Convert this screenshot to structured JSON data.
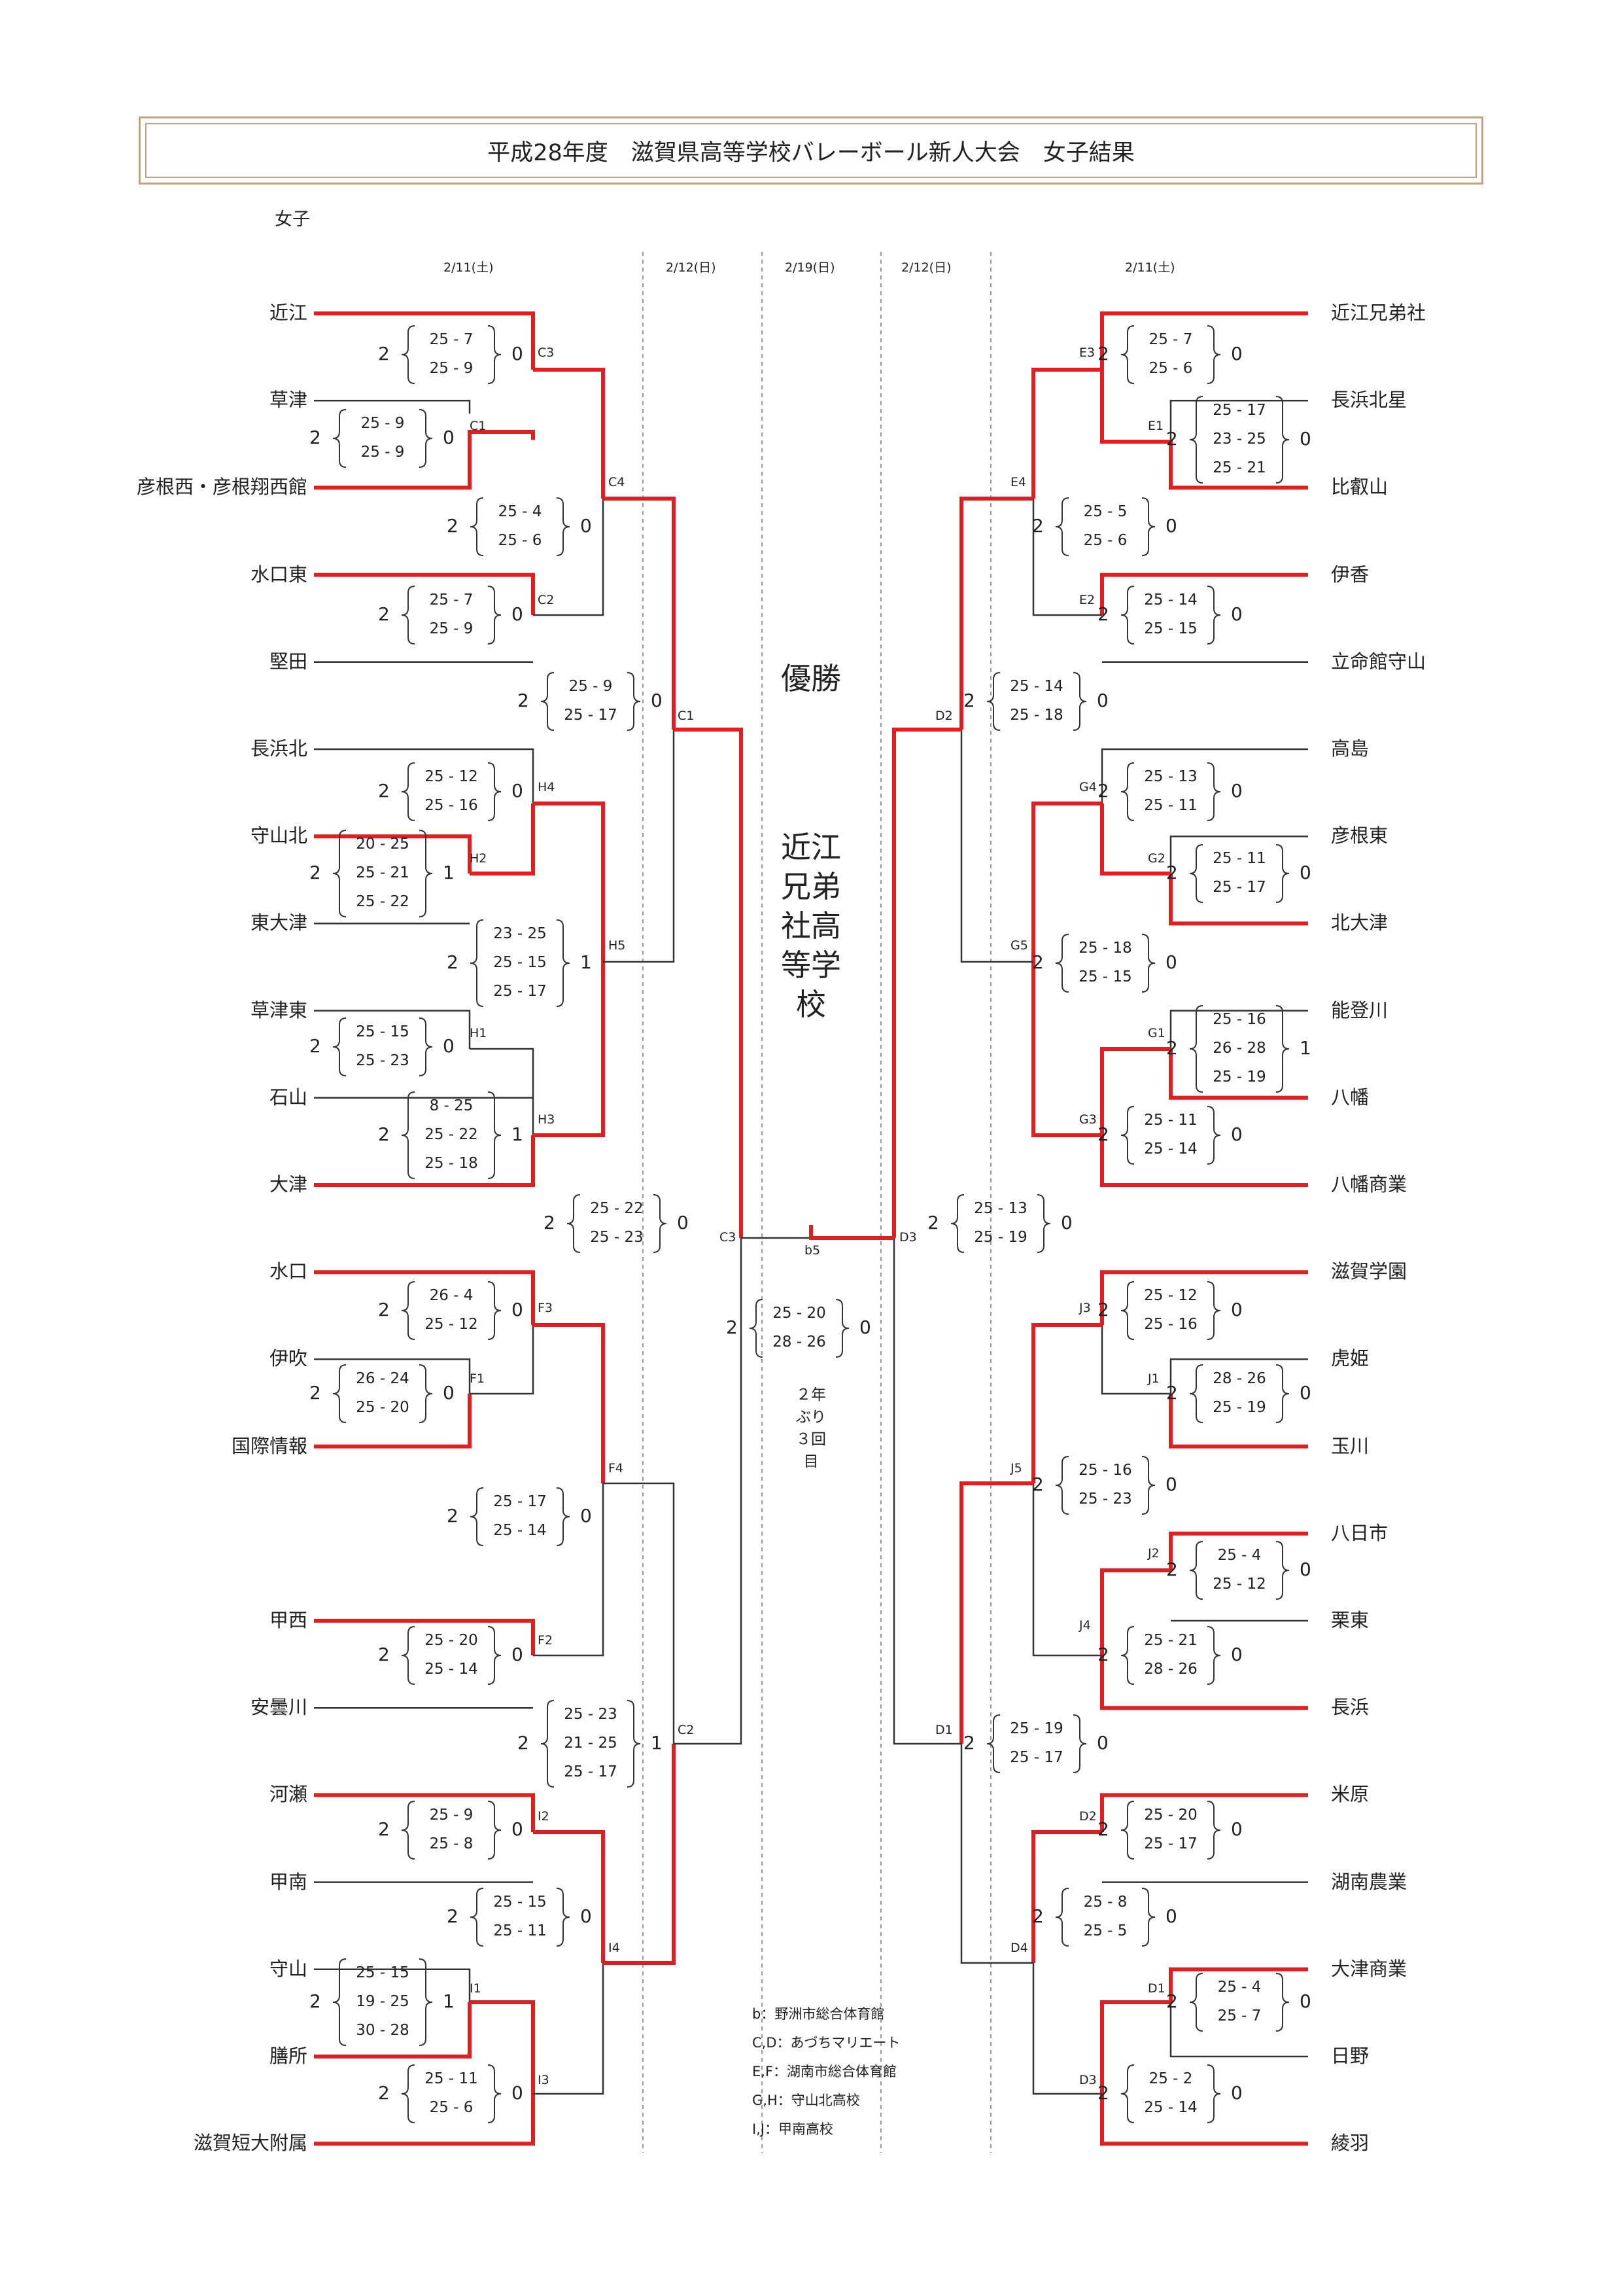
{
  "title": "平成28年度　滋賀県高等学校バレーボール新人大会　女子結果",
  "section_label": "女子",
  "dates": {
    "r1_left": "2/11(土)",
    "r2_left": "2/12(日)",
    "final": "2/19(日)",
    "r2_right": "2/12(日)",
    "r1_right": "2/11(土)"
  },
  "teams_left": [
    "近江",
    "草津",
    "彦根西・彦根翔西館",
    "水口東",
    "堅田",
    "長浜北",
    "守山北",
    "東大津",
    "草津東",
    "石山",
    "大津",
    "水口",
    "伊吹",
    "国際情報",
    "甲西",
    "安曇川",
    "河瀬",
    "甲南",
    "守山",
    "膳所",
    "滋賀短大附属"
  ],
  "teams_right": [
    "近江兄弟社",
    "長浜北星",
    "比叡山",
    "伊香",
    "立命館守山",
    "高島",
    "彦根東",
    "北大津",
    "能登川",
    "八幡",
    "八幡商業",
    "滋賀学園",
    "虎姫",
    "玉川",
    "八日市",
    "栗東",
    "長浜",
    "米原",
    "湖南農業",
    "大津商業",
    "日野",
    "綾羽"
  ],
  "codes_left": [
    "C3",
    "C1",
    "C4",
    "C2",
    "C1",
    "H4",
    "H2",
    "H5",
    "H1",
    "H3",
    "C3",
    "F3",
    "F1",
    "F4",
    "F2",
    "C2",
    "I2",
    "I4",
    "I1",
    "I3"
  ],
  "codes_right": [
    "E3",
    "E1",
    "E4",
    "E2",
    "D2",
    "G4",
    "G2",
    "G5",
    "G1",
    "G3",
    "D3",
    "J3",
    "J1",
    "J5",
    "J2",
    "J4",
    "D1",
    "D2",
    "D4",
    "D1",
    "D3"
  ],
  "final_code": "b5",
  "matches": [
    {
      "sets": [
        "25 - 7",
        "25 - 9"
      ],
      "w": "2",
      "l": "0"
    },
    {
      "sets": [
        "25 - 9",
        "25 - 9"
      ],
      "w": "2",
      "l": "0"
    },
    {
      "sets": [
        "25 - 4",
        "25 - 6"
      ],
      "w": "2",
      "l": "0"
    },
    {
      "sets": [
        "25 - 7",
        "25 - 9"
      ],
      "w": "2",
      "l": "0"
    },
    {
      "sets": [
        "25 - 9",
        "25 - 17"
      ],
      "w": "2",
      "l": "0"
    },
    {
      "sets": [
        "25 - 12",
        "25 - 16"
      ],
      "w": "2",
      "l": "0"
    },
    {
      "sets": [
        "20 - 25",
        "25 - 21",
        "25 - 22"
      ],
      "w": "2",
      "l": "1"
    },
    {
      "sets": [
        "23 - 25",
        "25 - 15",
        "25 - 17"
      ],
      "w": "2",
      "l": "1"
    },
    {
      "sets": [
        "25 - 15",
        "25 - 23"
      ],
      "w": "2",
      "l": "0"
    },
    {
      "sets": [
        "8 - 25",
        "25 - 22",
        "25 - 18"
      ],
      "w": "2",
      "l": "1"
    },
    {
      "sets": [
        "25 - 22",
        "25 - 23"
      ],
      "w": "2",
      "l": "0"
    },
    {
      "sets": [
        "26 - 4",
        "25 - 12"
      ],
      "w": "2",
      "l": "0"
    },
    {
      "sets": [
        "26 - 24",
        "25 - 20"
      ],
      "w": "2",
      "l": "0"
    },
    {
      "sets": [
        "25 - 17",
        "25 - 14"
      ],
      "w": "2",
      "l": "0"
    },
    {
      "sets": [
        "25 - 20",
        "25 - 14"
      ],
      "w": "2",
      "l": "0"
    },
    {
      "sets": [
        "25 - 23",
        "21 - 25",
        "25 - 17"
      ],
      "w": "2",
      "l": "1"
    },
    {
      "sets": [
        "25 - 9",
        "25 - 8"
      ],
      "w": "2",
      "l": "0"
    },
    {
      "sets": [
        "25 - 15",
        "25 - 11"
      ],
      "w": "2",
      "l": "0"
    },
    {
      "sets": [
        "25 - 15",
        "19 - 25",
        "30 - 28"
      ],
      "w": "2",
      "l": "1"
    },
    {
      "sets": [
        "25 - 11",
        "25 - 6"
      ],
      "w": "2",
      "l": "0"
    },
    {
      "sets": [
        "25 - 7",
        "25 - 6"
      ],
      "w": "2",
      "l": "0"
    },
    {
      "sets": [
        "25 - 17",
        "23 - 25",
        "25 - 21"
      ],
      "w": "2",
      "l": "0"
    },
    {
      "sets": [
        "25 - 5",
        "25 - 6"
      ],
      "w": "2",
      "l": "0"
    },
    {
      "sets": [
        "25 - 14",
        "25 - 15"
      ],
      "w": "2",
      "l": "0"
    },
    {
      "sets": [
        "25 - 14",
        "25 - 18"
      ],
      "w": "2",
      "l": "0"
    },
    {
      "sets": [
        "25 - 13",
        "25 - 11"
      ],
      "w": "2",
      "l": "0"
    },
    {
      "sets": [
        "25 - 11",
        "25 - 17"
      ],
      "w": "2",
      "l": "0"
    },
    {
      "sets": [
        "25 - 18",
        "25 - 15"
      ],
      "w": "2",
      "l": "0"
    },
    {
      "sets": [
        "25 - 16",
        "26 - 28",
        "25 - 19"
      ],
      "w": "2",
      "l": "1"
    },
    {
      "sets": [
        "25 - 11",
        "25 - 14"
      ],
      "w": "2",
      "l": "0"
    },
    {
      "sets": [
        "25 - 13",
        "25 - 19"
      ],
      "w": "2",
      "l": "0"
    },
    {
      "sets": [
        "25 - 12",
        "25 - 16"
      ],
      "w": "2",
      "l": "0"
    },
    {
      "sets": [
        "28 - 26",
        "25 - 19"
      ],
      "w": "2",
      "l": "0"
    },
    {
      "sets": [
        "25 - 16",
        "25 - 23"
      ],
      "w": "2",
      "l": "0"
    },
    {
      "sets": [
        "25 - 4",
        "25 - 12"
      ],
      "w": "2",
      "l": "0"
    },
    {
      "sets": [
        "25 - 21",
        "28 - 26"
      ],
      "w": "2",
      "l": "0"
    },
    {
      "sets": [
        "25 - 19",
        "25 - 17"
      ],
      "w": "2",
      "l": "0"
    },
    {
      "sets": [
        "25 - 20",
        "25 - 17"
      ],
      "w": "2",
      "l": "0"
    },
    {
      "sets": [
        "25 - 8",
        "25 - 5"
      ],
      "w": "2",
      "l": "0"
    },
    {
      "sets": [
        "25 - 4",
        "25 - 7"
      ],
      "w": "2",
      "l": "0"
    },
    {
      "sets": [
        "25 - 2",
        "25 - 14"
      ],
      "w": "2",
      "l": "0"
    },
    {
      "sets": [
        "25 - 20",
        "28 - 26"
      ],
      "w": "2",
      "l": "0"
    }
  ],
  "champion_heading": "優勝",
  "champion_name": "近江兄弟社高等学校",
  "champion_note": "２年ぶり３回目",
  "venues": [
    "b：野洲市総合体育館",
    "C,D：あづちマリエート",
    "E,F：湖南市総合体育館",
    "G,H：守山北高校",
    "I,J：甲南高校"
  ],
  "colors": {
    "winner_line": "#e02020",
    "line": "#333333",
    "dashed": "#999999",
    "title_border": "#c8a080"
  }
}
